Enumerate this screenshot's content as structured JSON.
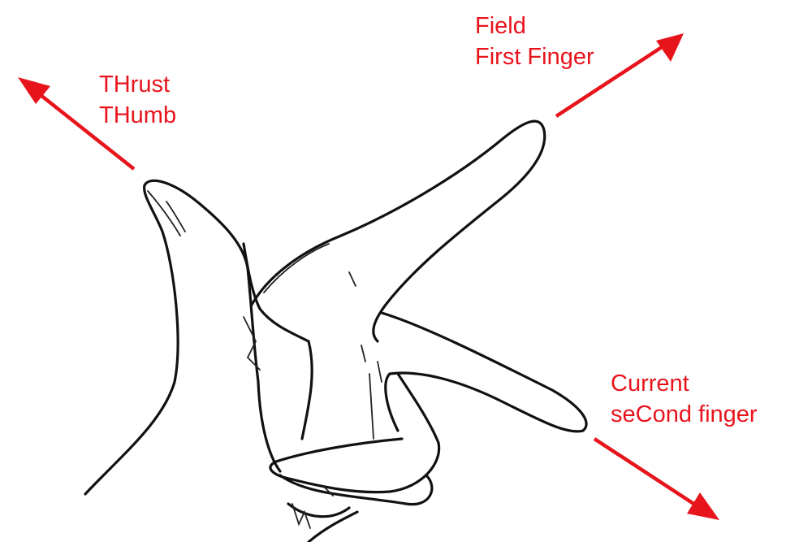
{
  "labels": {
    "thumb": {
      "line1": "THrust",
      "line2": "THumb"
    },
    "first_finger": {
      "line1": "Field",
      "line2": "First Finger"
    },
    "second_finger": {
      "line1": "Current",
      "line2": "seCond finger"
    }
  },
  "colors": {
    "arrow": "#e8141c",
    "sketch": "#111111"
  }
}
